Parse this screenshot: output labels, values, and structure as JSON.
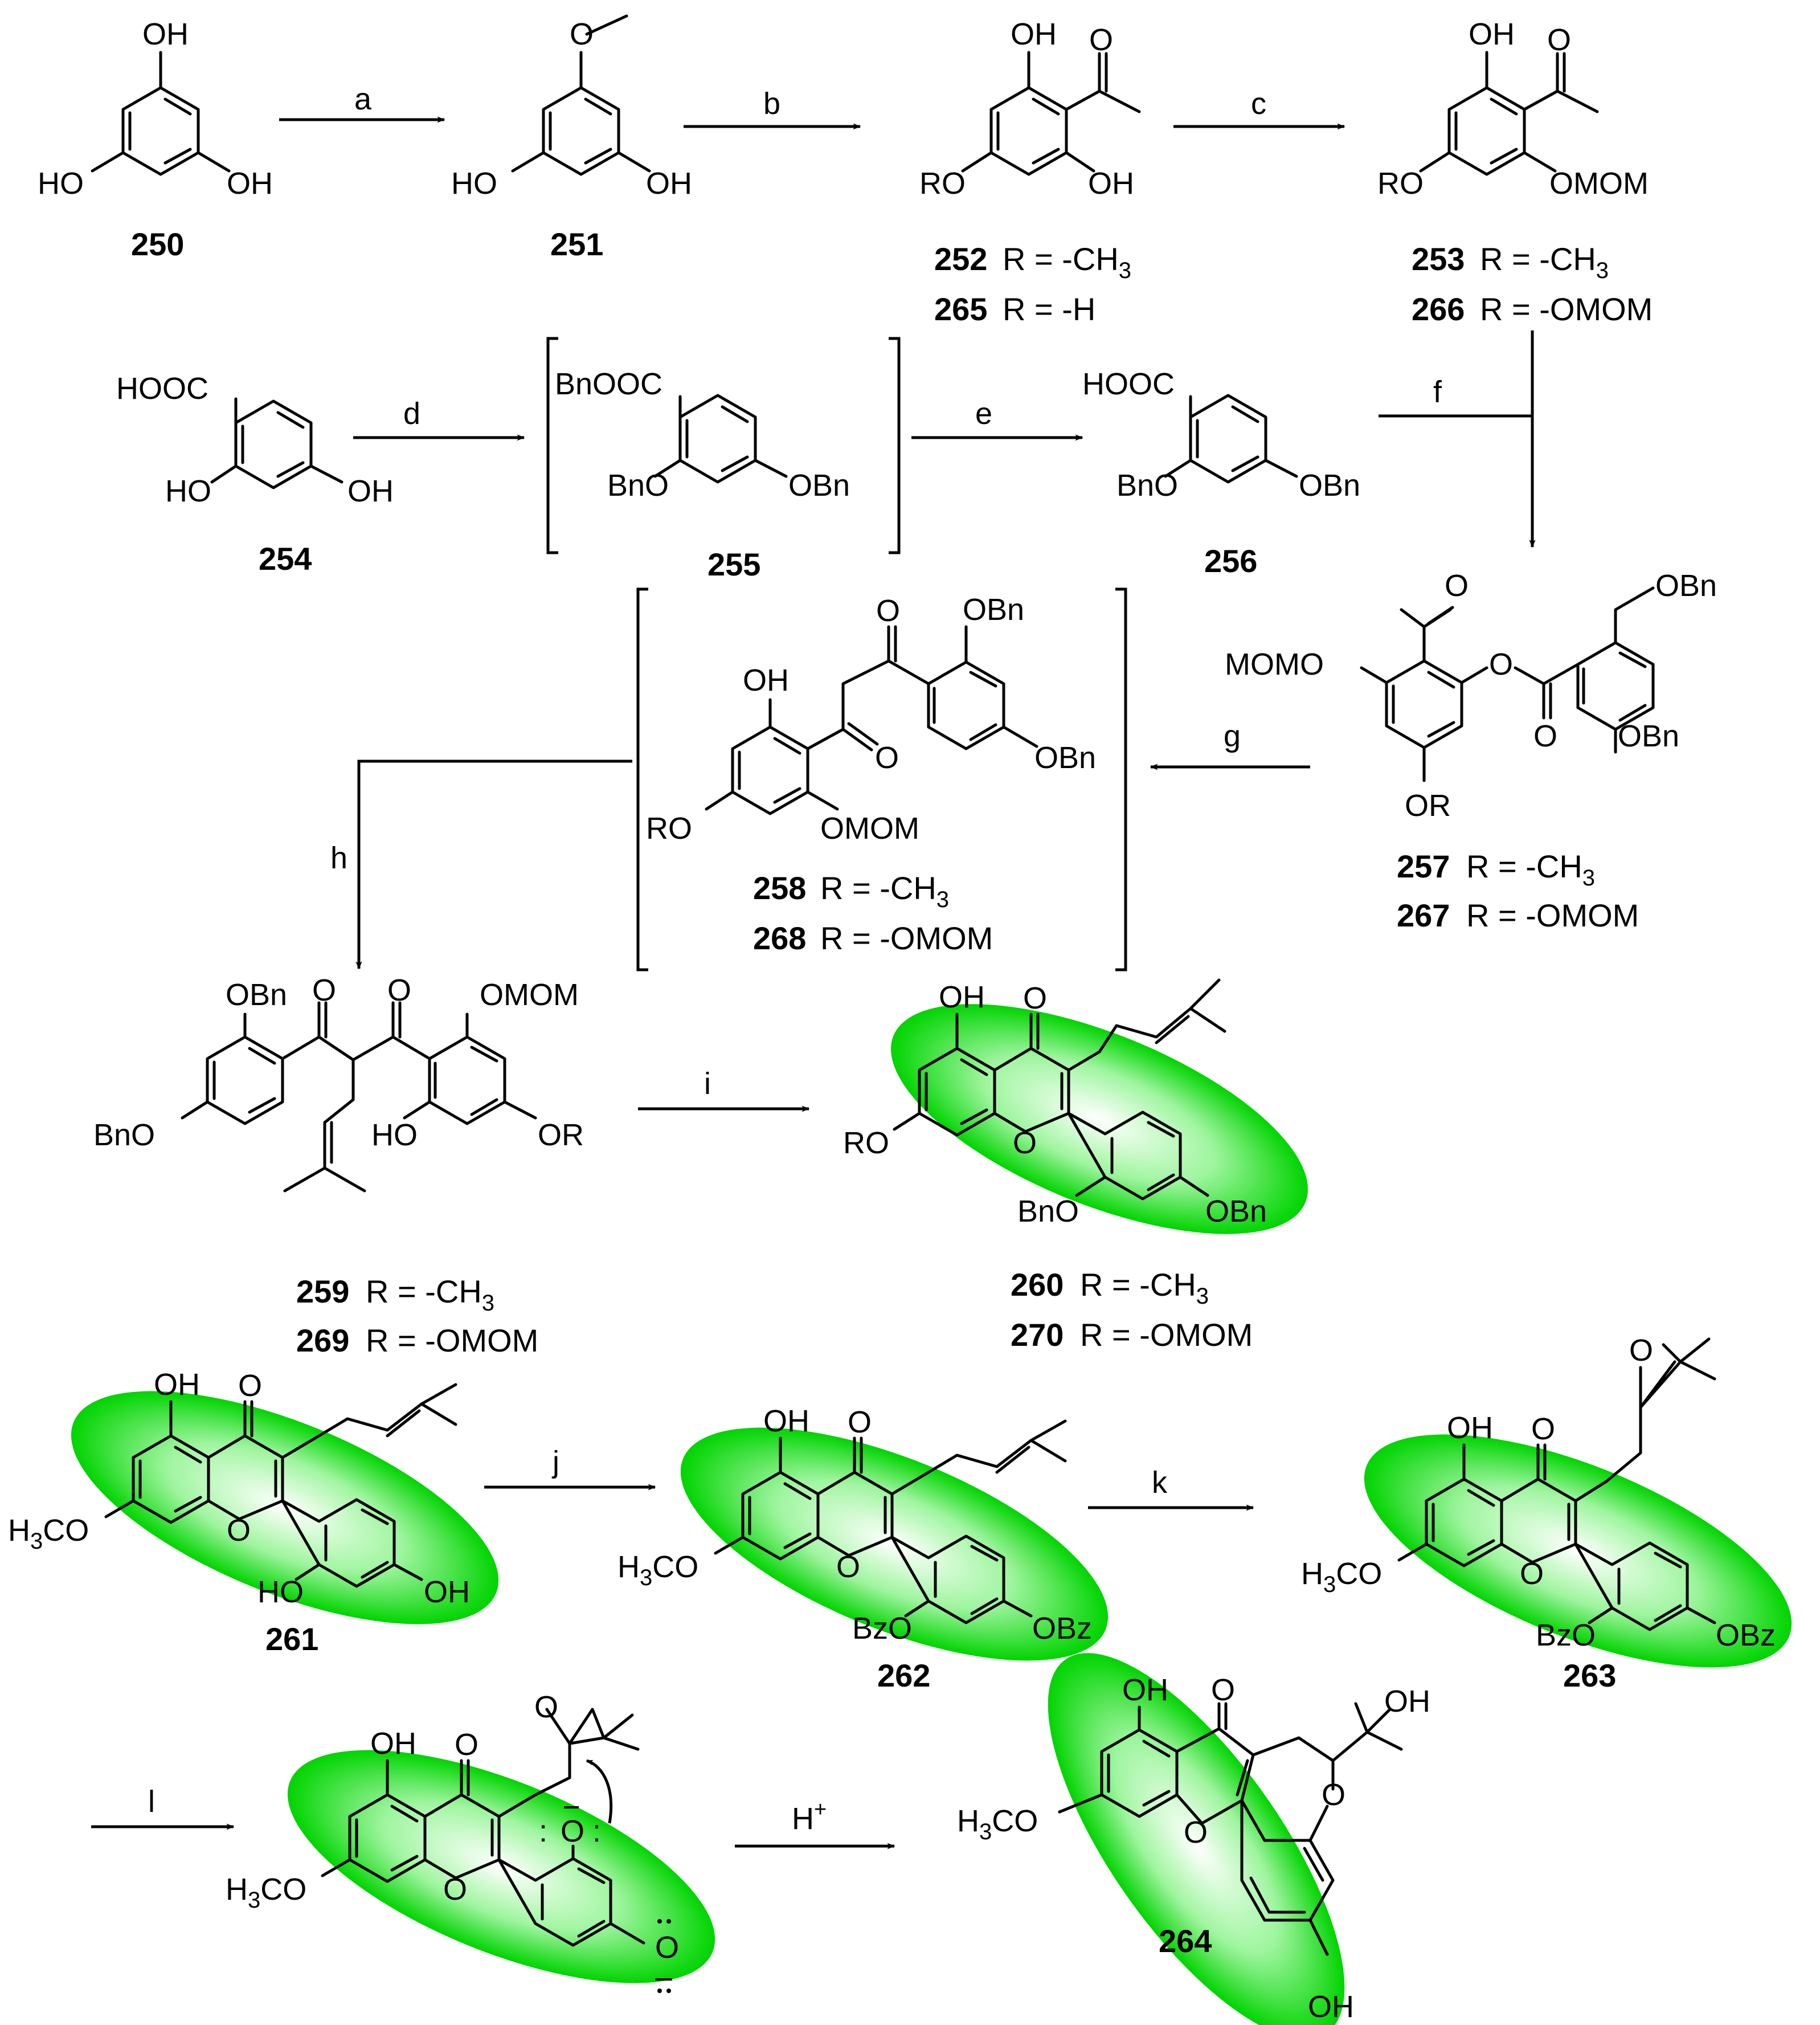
{
  "steps": {
    "a": "a",
    "b": "b",
    "c": "c",
    "d": "d",
    "e": "e",
    "f": "f",
    "g": "g",
    "h": "h",
    "i": "i",
    "j": "j",
    "k": "k",
    "l": "l",
    "hplus": "H",
    "hplus_sup": "+"
  },
  "atoms": {
    "OH": "OH",
    "HO": "HO",
    "O": "O",
    "OMOM": "OMOM",
    "OBn": "OBn",
    "BnO": "BnO",
    "OBz": "OBz",
    "BzO": "BzO",
    "RO": "RO",
    "OR": "OR",
    "MOMO": "MOMO",
    "HOOC": "HOOC",
    "BnOOC": "BnOOC",
    "H3CO_pre": "H",
    "H3CO_sub": "3",
    "H3CO_post": "CO",
    "O_anion": "O",
    "lone_pair": ":"
  },
  "compounds": [
    {
      "id": "250"
    },
    {
      "id": "251"
    },
    {
      "id": "252",
      "r": "R = -CH",
      "sub": "3"
    },
    {
      "id": "265",
      "r": "R = -H"
    },
    {
      "id": "253",
      "r": "R = -CH",
      "sub": "3"
    },
    {
      "id": "266",
      "r": "R = -OMOM"
    },
    {
      "id": "254"
    },
    {
      "id": "255"
    },
    {
      "id": "256"
    },
    {
      "id": "257",
      "r": "R = -CH",
      "sub": "3"
    },
    {
      "id": "267",
      "r": "R = -OMOM"
    },
    {
      "id": "258",
      "r": "R = -CH",
      "sub": "3"
    },
    {
      "id": "268",
      "r": "R = -OMOM"
    },
    {
      "id": "259",
      "r": "R = -CH",
      "sub": "3"
    },
    {
      "id": "269",
      "r": "R = -OMOM"
    },
    {
      "id": "260",
      "r": "R = -CH",
      "sub": "3"
    },
    {
      "id": "270",
      "r": "R = -OMOM"
    },
    {
      "id": "261"
    },
    {
      "id": "262"
    },
    {
      "id": "263"
    },
    {
      "id": "264"
    }
  ],
  "colors": {
    "highlight": "#00e000",
    "highlight_light": "#ffffff",
    "ink": "#000000"
  }
}
